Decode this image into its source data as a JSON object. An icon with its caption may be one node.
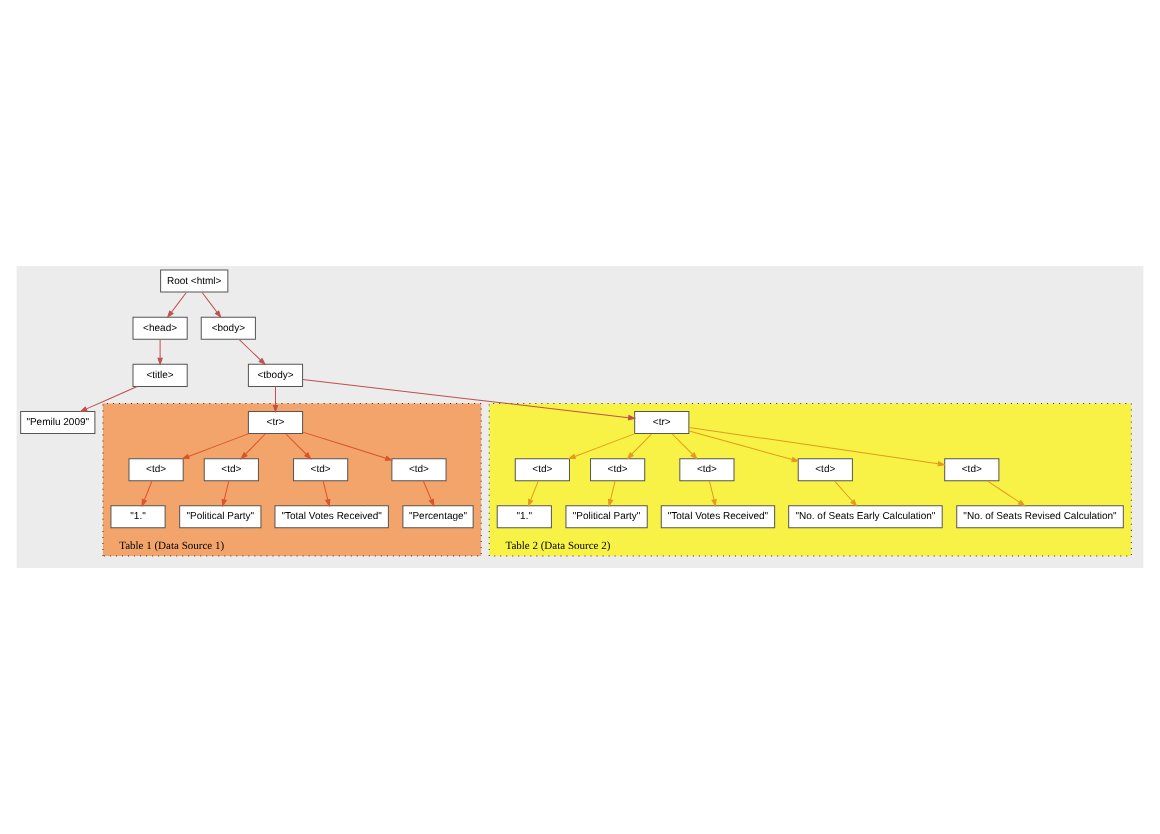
{
  "diagram": {
    "nodes": [
      {
        "text": [
          "Root <html>"
        ]
      },
      {
        "text": [
          "<head>"
        ]
      },
      {
        "text": [
          "<body>"
        ]
      },
      {
        "text": [
          "<title>"
        ]
      },
      {
        "text": [
          "<tbody>"
        ]
      },
      {
        "text": [
          "\"Pemilu 2009\""
        ]
      },
      {
        "text": [
          "Table 1 (Data Source 1)"
        ]
      },
      {
        "text": [
          "<tr>"
        ],
        "in": 6
      },
      {
        "text": [
          "<td>"
        ],
        "in": 6
      },
      {
        "text": [
          "<td>"
        ],
        "in": 6
      },
      {
        "text": [
          "<td>"
        ],
        "in": 6
      },
      {
        "text": [
          "<td>"
        ],
        "in": 6
      },
      {
        "text": [
          "\"1.\""
        ],
        "in": 6
      },
      {
        "text": [
          "\"Political Party\""
        ],
        "in": 6
      },
      {
        "text": [
          "\"Total Votes Received\""
        ],
        "in": 6
      },
      {
        "text": [
          "\"Percentage\""
        ],
        "in": 6
      },
      {
        "text": [
          "Table 2 (Data Source 2)"
        ]
      },
      {
        "text": [
          "<tr>"
        ],
        "in": 16
      },
      {
        "text": [
          "<td>"
        ],
        "in": 16
      },
      {
        "text": [
          "<td>"
        ],
        "in": 16
      },
      {
        "text": [
          "<td>"
        ],
        "in": 16
      },
      {
        "text": [
          "<td>"
        ],
        "in": 16
      },
      {
        "text": [
          "<td>"
        ],
        "in": 16
      },
      {
        "text": [
          "\"1.\""
        ],
        "in": 16
      },
      {
        "text": [
          "\"Political Party\""
        ],
        "in": 16
      },
      {
        "text": [
          "\"Total Votes Received\""
        ],
        "in": 16
      },
      {
        "text": [
          "\"No. of Seats Early Calculation\""
        ],
        "in": 16
      },
      {
        "text": [
          "\"No. of Seats Revised Calculation\""
        ],
        "in": 16
      }
    ],
    "edges": [
      {
        "from": 0,
        "to": 1,
        "arrow": "to",
        "color": "#c0504d"
      },
      {
        "from": 0,
        "to": 2,
        "arrow": "to",
        "color": "#c0504d"
      },
      {
        "from": 1,
        "to": 3,
        "arrow": "to",
        "color": "#c0504d"
      },
      {
        "from": 3,
        "to": 5,
        "arrow": "to",
        "color": "#c0504d"
      },
      {
        "from": 2,
        "to": 4,
        "arrow": "to",
        "color": "#c0504d"
      },
      {
        "from": 4,
        "to": 7,
        "arrow": "to",
        "color": "#c0504d"
      },
      {
        "from": 4,
        "to": 17,
        "arrow": "to",
        "color": "#c0504d"
      },
      {
        "from": 7,
        "to": 8,
        "arrow": "to",
        "color": "#d9542b"
      },
      {
        "from": 7,
        "to": 9,
        "arrow": "to",
        "color": "#d9542b"
      },
      {
        "from": 7,
        "to": 10,
        "arrow": "to",
        "color": "#d9542b"
      },
      {
        "from": 7,
        "to": 11,
        "arrow": "to",
        "color": "#d9542b"
      },
      {
        "from": 8,
        "to": 12,
        "arrow": "to",
        "color": "#d9542b"
      },
      {
        "from": 9,
        "to": 13,
        "arrow": "to",
        "color": "#d9542b"
      },
      {
        "from": 10,
        "to": 14,
        "arrow": "to",
        "color": "#d9542b"
      },
      {
        "from": 11,
        "to": 15,
        "arrow": "to",
        "color": "#d9542b"
      },
      {
        "from": 17,
        "to": 18,
        "arrow": "to"
      },
      {
        "from": 17,
        "to": 19,
        "arrow": "to"
      },
      {
        "from": 17,
        "to": 20,
        "arrow": "to"
      },
      {
        "from": 17,
        "to": 21,
        "arrow": "to"
      },
      {
        "from": 17,
        "to": 22,
        "arrow": "to"
      },
      {
        "from": 18,
        "to": 23,
        "arrow": "to"
      },
      {
        "from": 19,
        "to": 24,
        "arrow": "to"
      },
      {
        "from": 20,
        "to": 25,
        "arrow": "to"
      },
      {
        "from": 21,
        "to": 26,
        "arrow": "to"
      },
      {
        "from": 22,
        "to": 27,
        "arrow": "to"
      }
    ]
  }
}
